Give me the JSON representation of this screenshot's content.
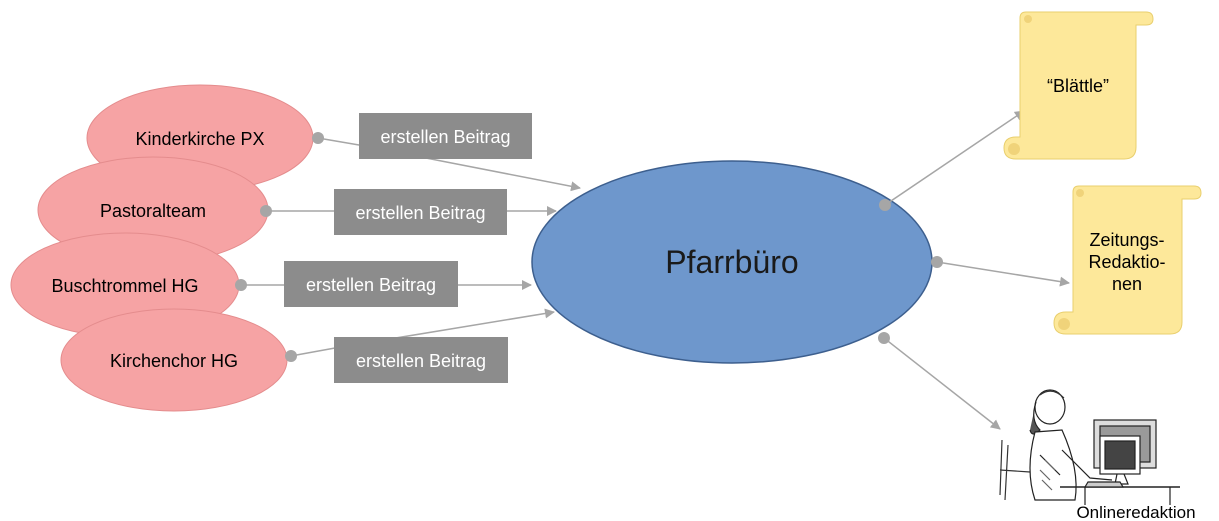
{
  "colors": {
    "source_fill": "#f6a3a4",
    "source_stroke": "#e48c8d",
    "center_fill": "#6e97cc",
    "center_stroke": "#3d5f8e",
    "label_box": "#8c8c8c",
    "label_text": "#ffffff",
    "connector": "#a6a6a6",
    "scroll_fill": "#fde89a",
    "scroll_edge": "#e9cf6e"
  },
  "center": {
    "label": "Pfarrbüro"
  },
  "sources": [
    {
      "label": "Kinderkirche PX",
      "action": "erstellen Beitrag"
    },
    {
      "label": "Pastoralteam",
      "action": "erstellen Beitrag"
    },
    {
      "label": "Buschtrommel HG",
      "action": "erstellen Beitrag"
    },
    {
      "label": "Kirchenchor HG",
      "action": "erstellen Beitrag"
    }
  ],
  "targets": {
    "blaettle": {
      "label": "“Blättle”"
    },
    "zeitung": {
      "lines": [
        "Zeitungs-",
        "Redaktio-",
        "nen"
      ]
    },
    "online": {
      "label": "Onlineredaktion",
      "icon": "person-at-computer-icon"
    }
  }
}
